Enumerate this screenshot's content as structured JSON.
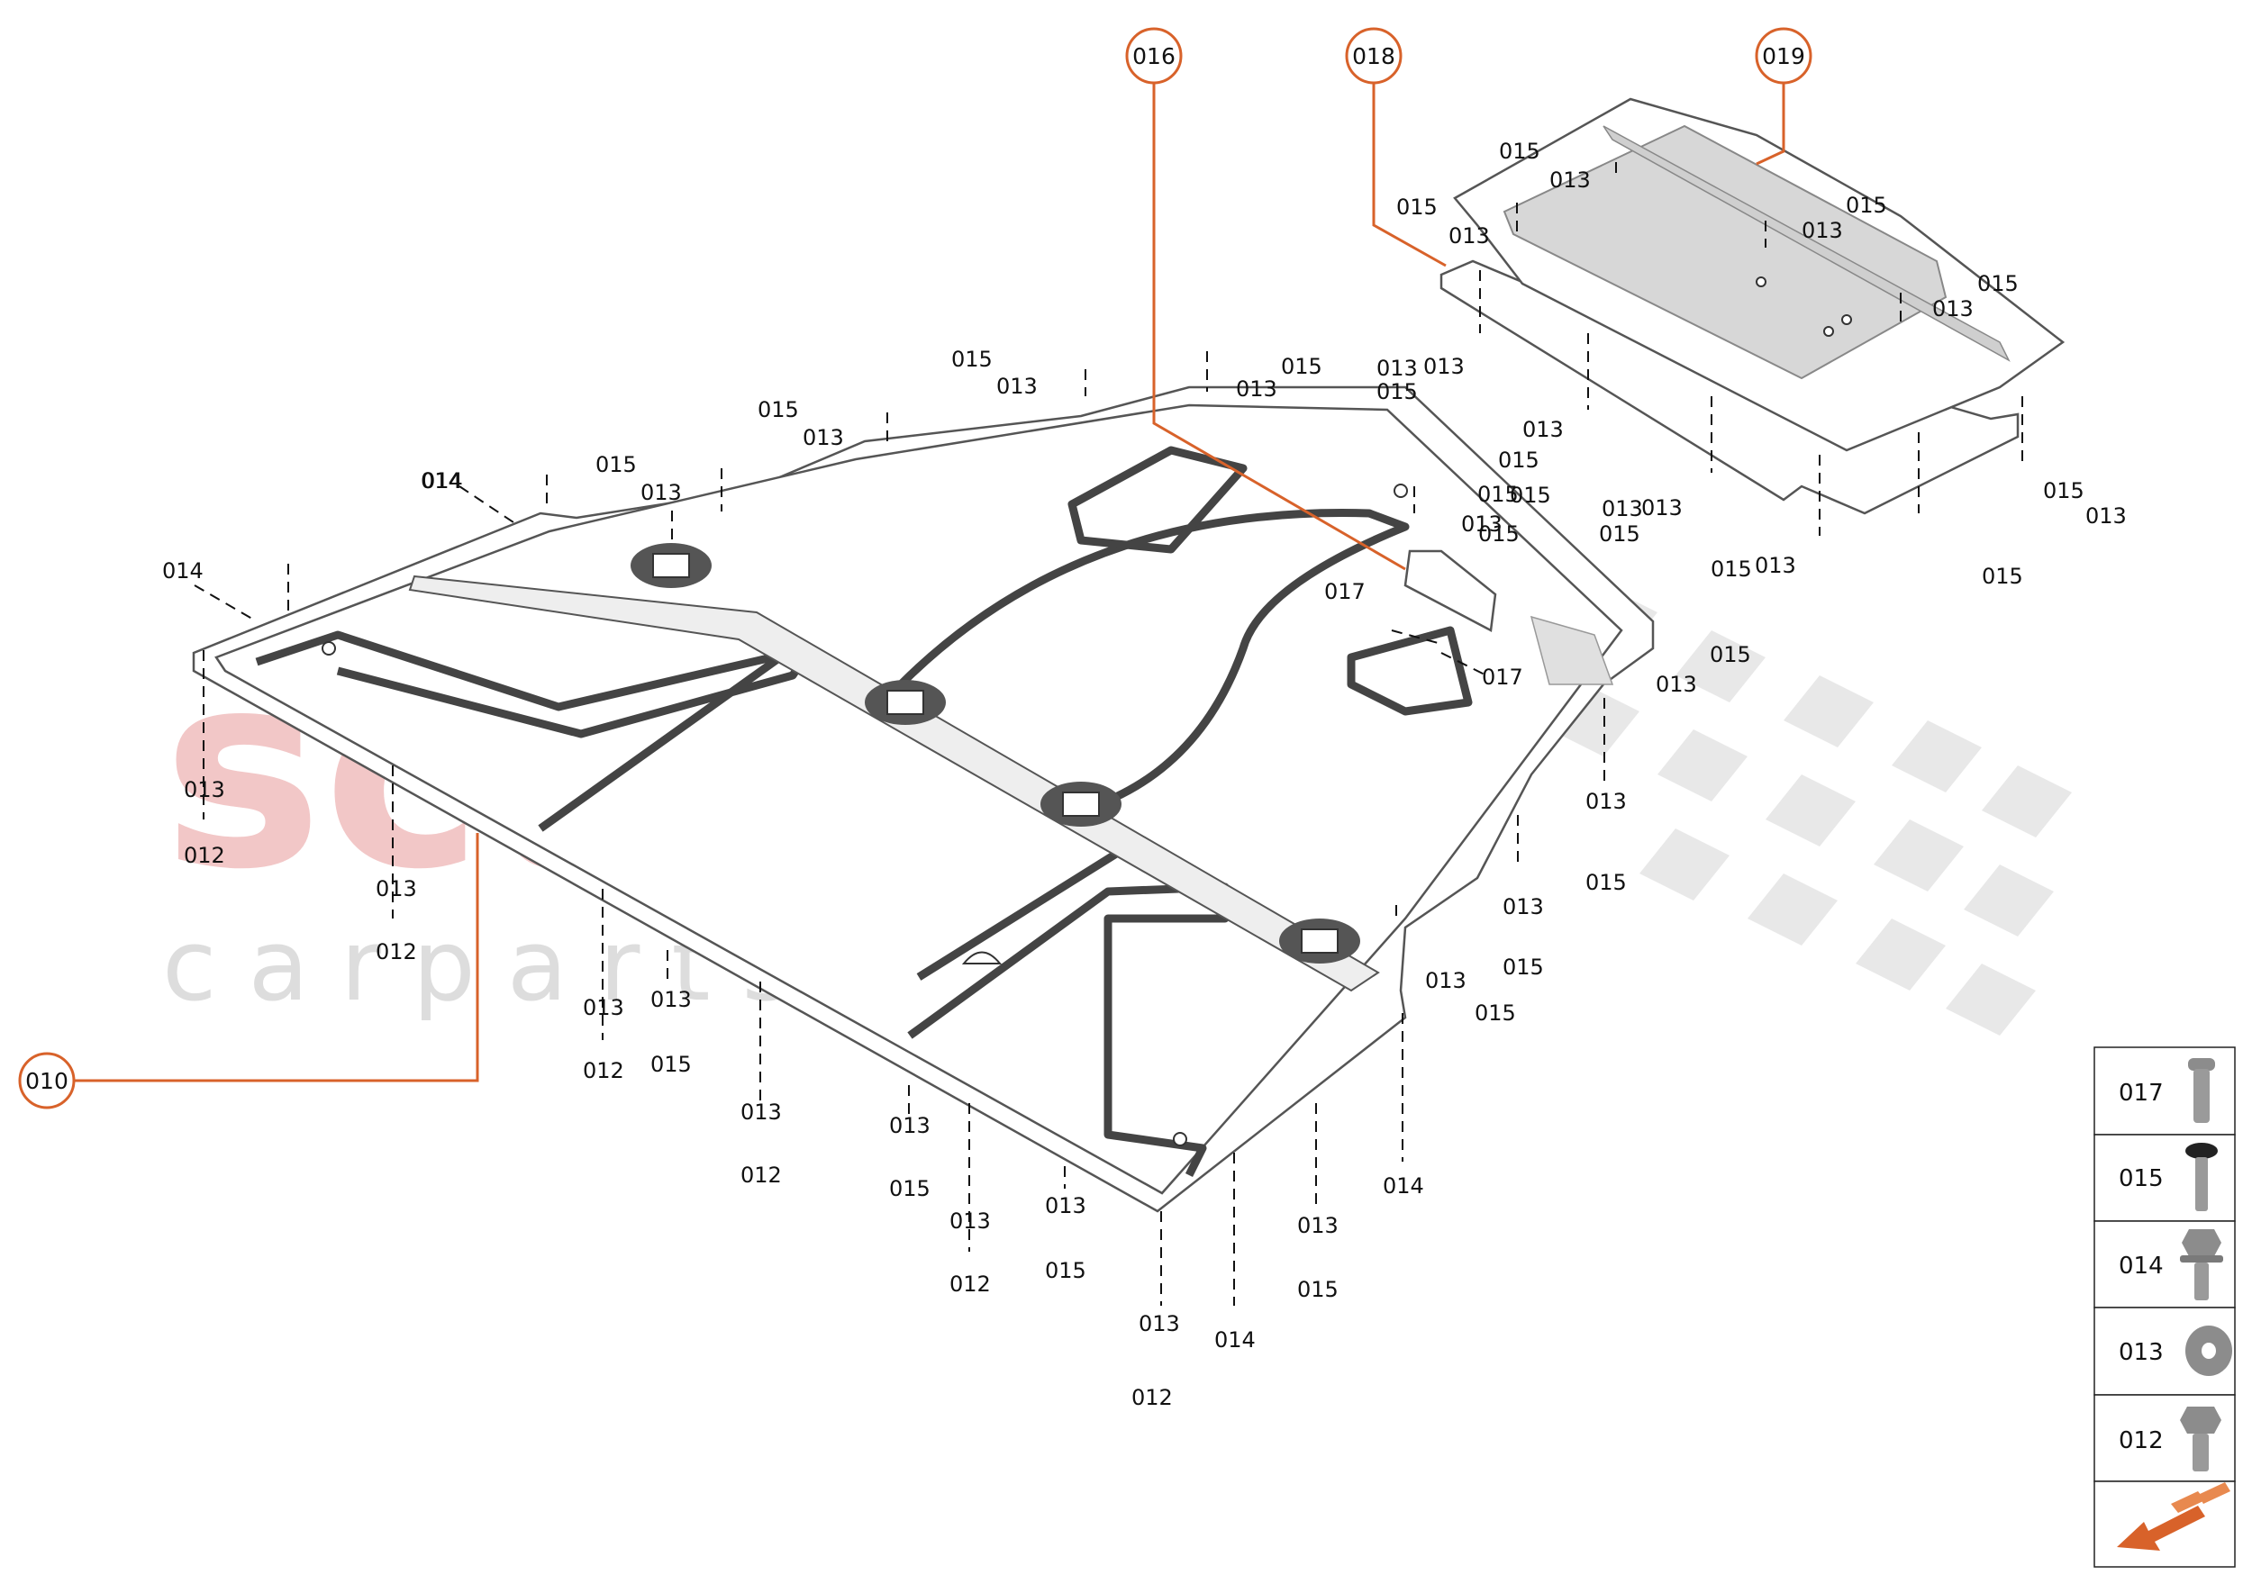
{
  "watermark": {
    "main": "scuderia",
    "sub": "c a r p a r t s"
  },
  "callouts": [
    {
      "id": "010"
    },
    {
      "id": "016"
    },
    {
      "id": "018"
    },
    {
      "id": "019"
    }
  ],
  "labels": [
    "014",
    "014",
    "013",
    "012",
    "013",
    "012",
    "013",
    "012",
    "013",
    "015",
    "013",
    "012",
    "013",
    "015",
    "013",
    "012",
    "013",
    "015",
    "013",
    "012",
    "014",
    "013",
    "015",
    "014",
    "013",
    "015",
    "013",
    "015",
    "013",
    "015",
    "013",
    "015",
    "017",
    "017",
    "015",
    "013",
    "015",
    "013",
    "015",
    "013",
    "015",
    "013",
    "015",
    "013",
    "014",
    "015",
    "013",
    "015",
    "013",
    "015",
    "013",
    "015",
    "013",
    "015",
    "013",
    "015",
    "013",
    "015",
    "013",
    "015",
    "013",
    "015",
    "013",
    "015",
    "013",
    "015",
    "013",
    "015"
  ],
  "legend": {
    "items": [
      {
        "code": "017",
        "icon": "push-rivet-icon"
      },
      {
        "code": "015",
        "icon": "screw-black-head-icon"
      },
      {
        "code": "014",
        "icon": "hex-flange-bolt-icon"
      },
      {
        "code": "013",
        "icon": "washer-icon"
      },
      {
        "code": "012",
        "icon": "hex-bolt-icon"
      }
    ],
    "nav_icon": "orange-direction-arrow-icon"
  },
  "colors": {
    "accent": "#d8622a",
    "watermark_red": "#f2c7c7",
    "watermark_grey": "#dddddd"
  }
}
